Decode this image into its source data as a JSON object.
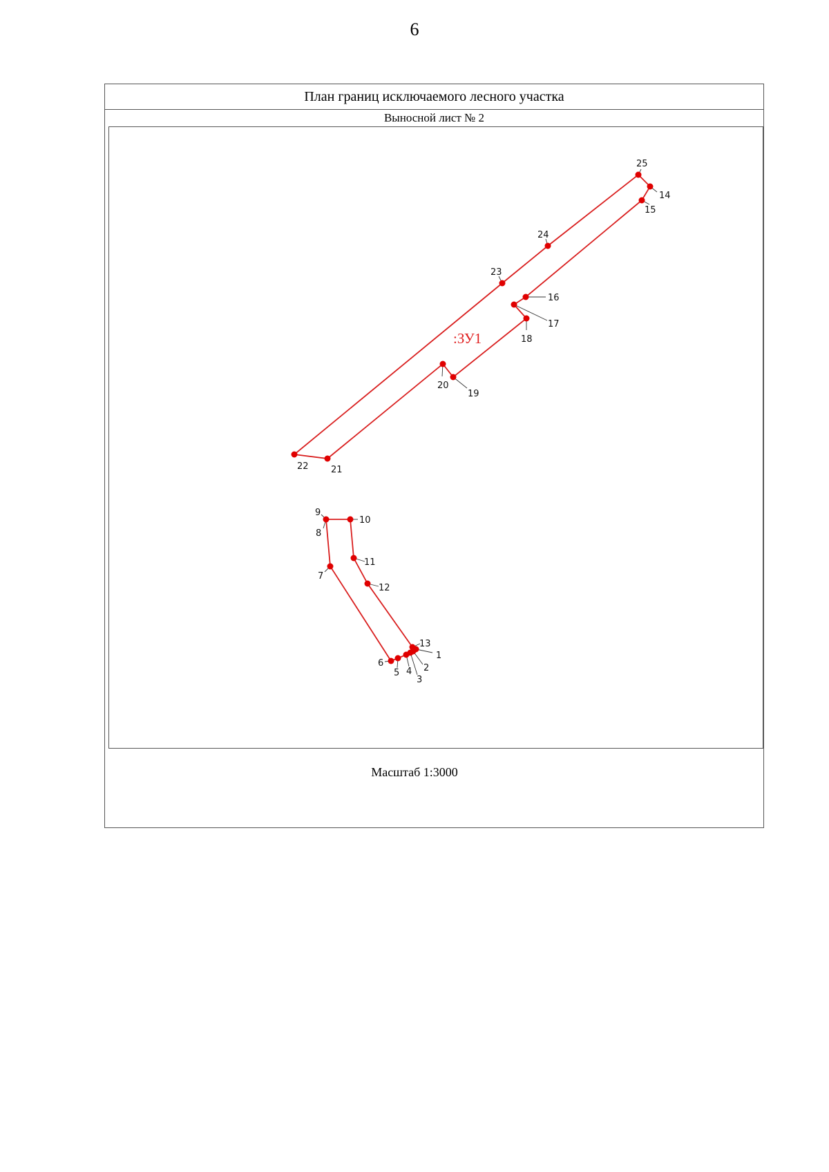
{
  "page_number": "6",
  "title": "План границ исключаемого лесного участка",
  "sheet_title": "Выносной лист № 2",
  "zone_label": ":ЗУ1",
  "scale": "Масштаб 1:3000",
  "colors": {
    "boundary": "#d91e1e",
    "point": "#e00000",
    "frame": "#555555"
  },
  "points": [
    "1",
    "2",
    "3",
    "4",
    "5",
    "6",
    "7",
    "8",
    "9",
    "10",
    "11",
    "12",
    "13",
    "14",
    "15",
    "16",
    "17",
    "18",
    "19",
    "20",
    "21",
    "22",
    "23",
    "24",
    "25"
  ]
}
